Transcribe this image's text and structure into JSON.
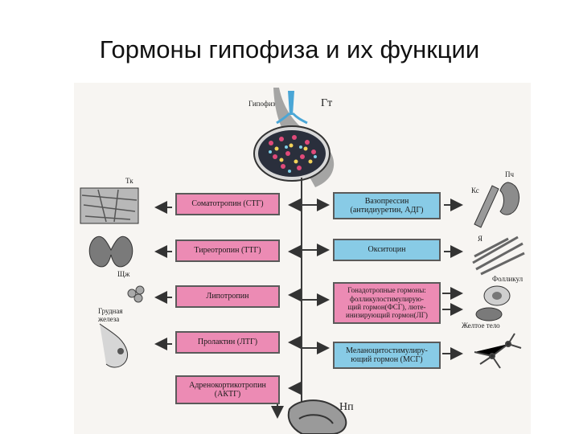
{
  "title": "Гормоны гипофиза и их функции",
  "diagram": {
    "top_labels": {
      "pituitary": "Гипофиз",
      "hypothalamus": "Гт",
      "neurohypophysis": "Нп"
    },
    "left_hormones": [
      {
        "text": "Соматотропин (СТГ)"
      },
      {
        "text": "Тиреотропин (ТТГ)"
      },
      {
        "text": "Липотропин"
      },
      {
        "text": "Пролактин (ЛТГ)"
      },
      {
        "line1": "Адренокортикотропин",
        "line2": "(АКТГ)"
      }
    ],
    "right_hormones": [
      {
        "line1": "Вазопрессин",
        "line2": "(антидиуретин, АДГ)"
      },
      {
        "text": "Окситоцин"
      },
      {
        "line1": "Гонадотропные гормоны:",
        "line2": "фолликулостимулирую-",
        "line3": "щий гормон(ФСГ), люте-",
        "line4": "инизирующий гормон(ЛГ)"
      },
      {
        "line1": "Меланоцитостимулиру-",
        "line2": "ющий гормон (МСГ)"
      }
    ],
    "target_labels": {
      "tissue": "Тк",
      "thyroid": "Щж",
      "mammary_line1": "Грудная",
      "mammary_line2": "железа",
      "kidney": "Пч",
      "vessel": "Кс",
      "uterus": "Я",
      "follicle": "Фолликул",
      "corpus_luteum": "Желтое тело"
    }
  },
  "colors": {
    "pink_box": "#ec8bb4",
    "blue_box": "#88cbe6",
    "line": "#3a3a3a"
  }
}
